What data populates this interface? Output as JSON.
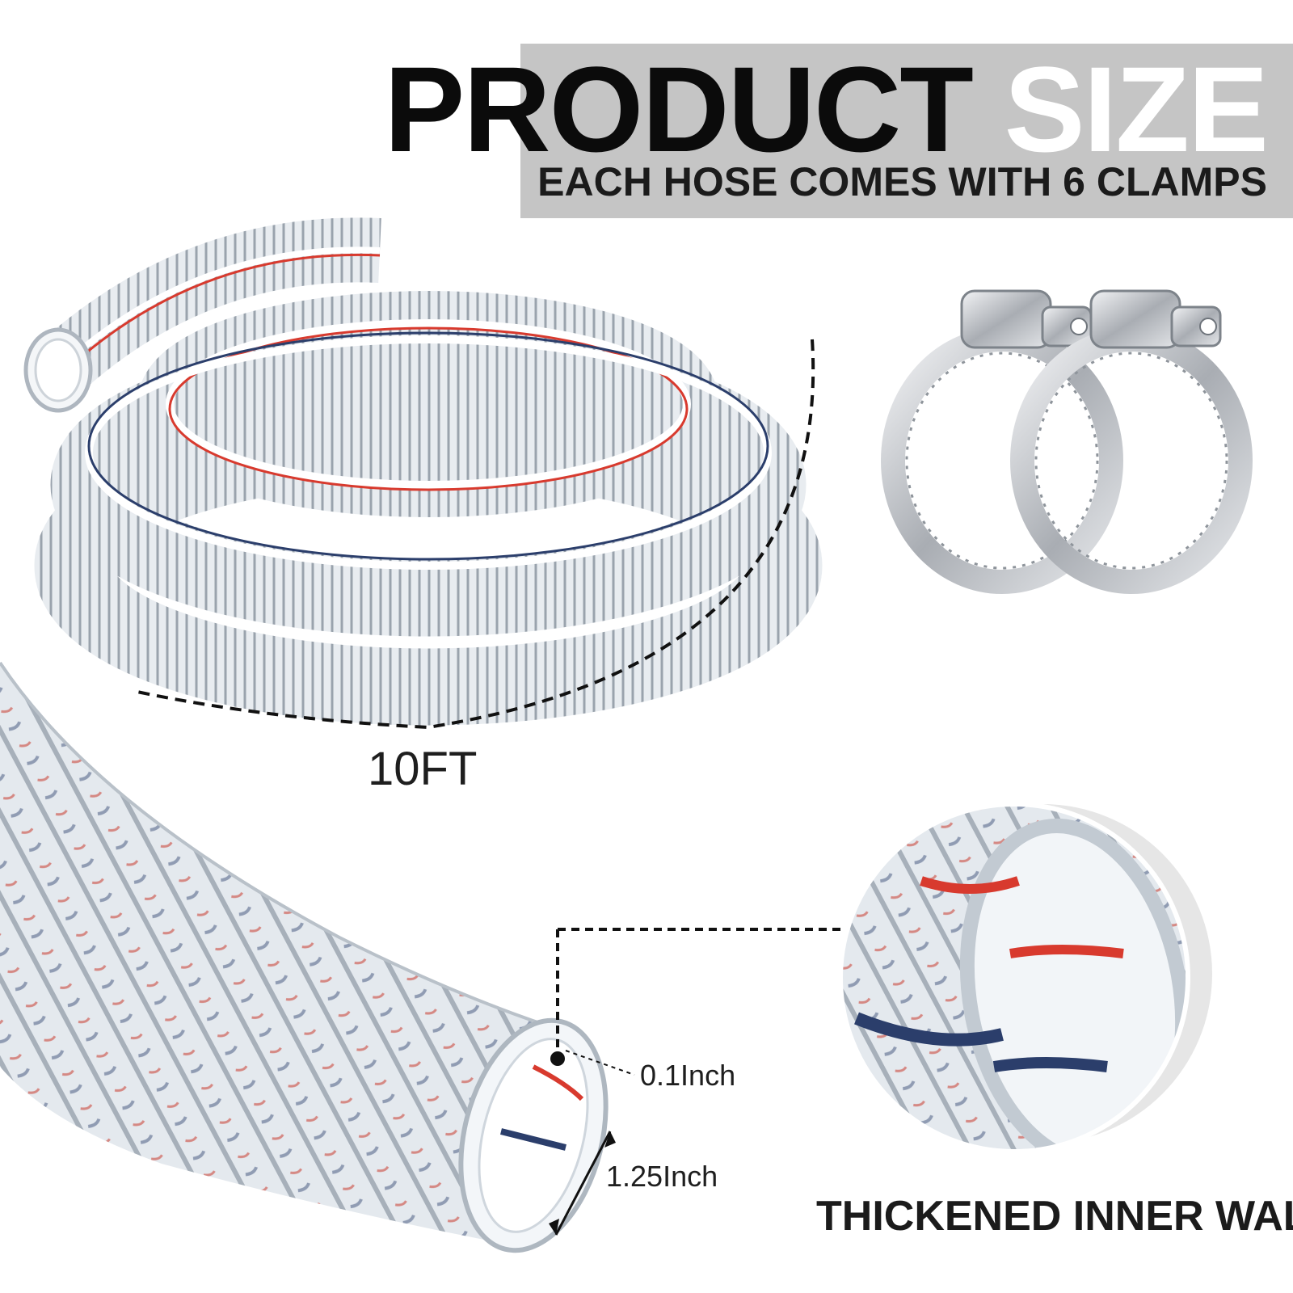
{
  "header": {
    "title_word_1": "PRODUCT",
    "title_word_2": "SIZE",
    "subtitle": "EACH HOSE COMES WITH 6 CLAMPS"
  },
  "dimensions": {
    "length_label": "10FT",
    "wall_thickness_label": "0.1Inch",
    "inner_diameter_label": "1.25Inch"
  },
  "callout": {
    "caption": "THICKENED INNER WALL"
  },
  "colors": {
    "band": "#c5c5c5",
    "hose_red_stripe": "#d83a2e",
    "hose_blue_stripe": "#2b3e6b",
    "clamp_steel": "#b8bcc2"
  }
}
